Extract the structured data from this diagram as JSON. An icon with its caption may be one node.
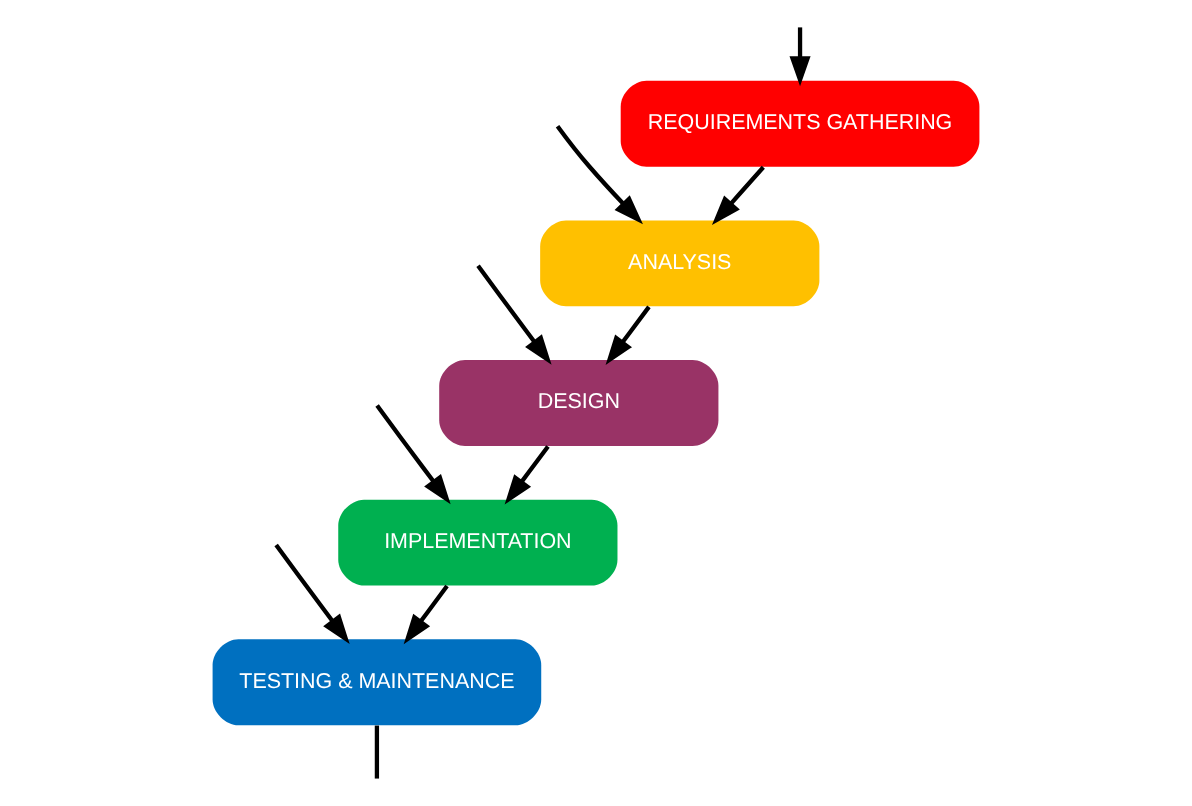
{
  "diagram": {
    "nodes": [
      {
        "text": [
          "REQUIREMENTS GATHERING"
        ]
      },
      {
        "text": [
          "ANALYSIS"
        ]
      },
      {
        "text": [
          "DESIGN"
        ]
      },
      {
        "text": [
          "IMPLEMENTATION"
        ]
      },
      {
        "text": [
          "TESTING & MAINTENANCE"
        ]
      }
    ],
    "edges": [
      {
        "from": 0,
        "to": 1,
        "arrow": "to"
      },
      {
        "from": 1,
        "to": 2,
        "arrow": "to"
      },
      {
        "from": 2,
        "to": 3,
        "arrow": "to"
      },
      {
        "from": 3,
        "to": 4,
        "arrow": "to"
      },
      {
        "from": null,
        "to": 0,
        "arrow": "to"
      },
      {
        "from": null,
        "to": 1,
        "arrow": "to"
      },
      {
        "from": null,
        "to": 2,
        "arrow": "to"
      },
      {
        "from": null,
        "to": 3,
        "arrow": "to"
      },
      {
        "from": null,
        "to": 4,
        "arrow": "to"
      },
      {
        "from": 4,
        "to": null,
        "arrow": "none"
      }
    ]
  }
}
